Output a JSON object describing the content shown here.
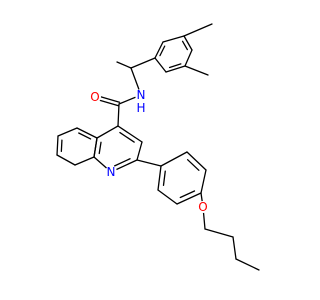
{
  "molecule": {
    "atoms": {
      "amide_oxygen": {
        "label": "O",
        "color": "#ff0000"
      },
      "amide_nitrogen": {
        "label": "N",
        "color": "#0000ff"
      },
      "amide_hydrogen": {
        "label": "H",
        "color": "#0000ff"
      },
      "ring_nitrogen": {
        "label": "N",
        "color": "#0000ff"
      },
      "ether_oxygen": {
        "label": "O",
        "color": "#ff0000"
      }
    },
    "bond_color": "#000000",
    "background": "#ffffff"
  }
}
